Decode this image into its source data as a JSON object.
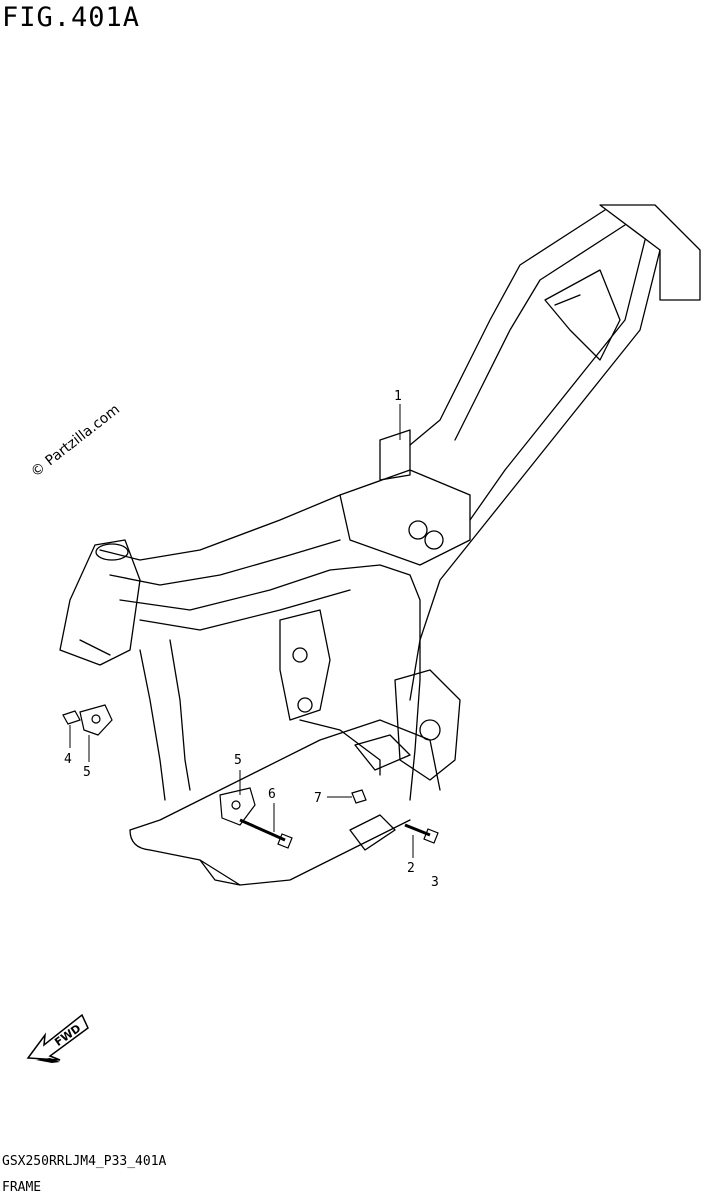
{
  "figure": {
    "title": "FIG.401A",
    "model_code": "GSX250RRLJM4_P33_401A",
    "section_name": "FRAME",
    "watermark": "© Partzilla.com",
    "fwd_label": "FWD"
  },
  "callouts": [
    {
      "id": "1",
      "label": "1",
      "part": "frame"
    },
    {
      "id": "2",
      "label": "2"
    },
    {
      "id": "3",
      "label": "3"
    },
    {
      "id": "4",
      "label": "4"
    },
    {
      "id": "5a",
      "label": "5"
    },
    {
      "id": "5b",
      "label": "5"
    },
    {
      "id": "6",
      "label": "6"
    },
    {
      "id": "7",
      "label": "7"
    }
  ]
}
